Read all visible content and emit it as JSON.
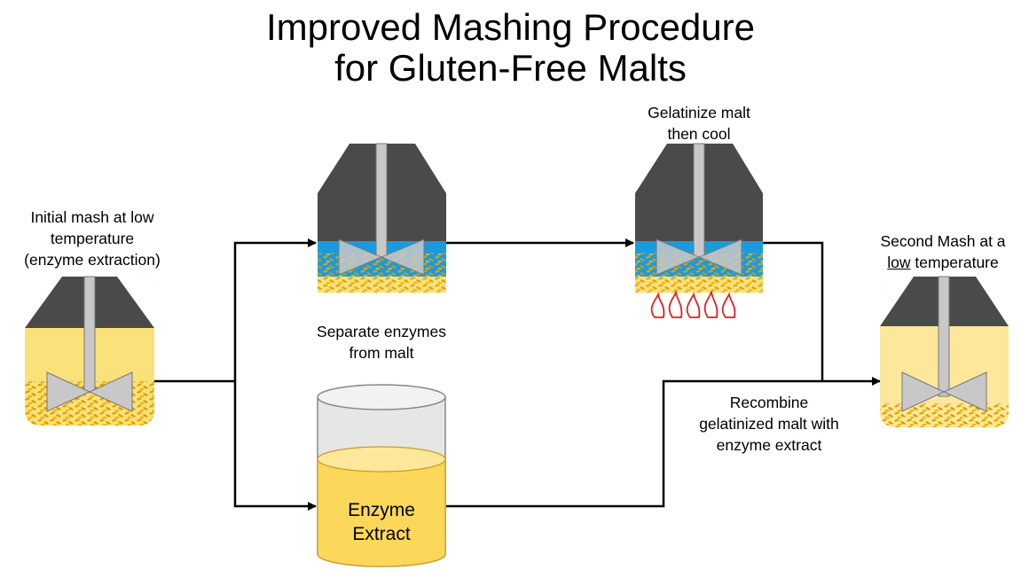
{
  "title_line1": "Improved Mashing Procedure",
  "title_line2": "for Gluten-Free Malts",
  "steps": {
    "initial_mash": [
      "Initial mash at low",
      "temperature",
      "(enzyme extraction)"
    ],
    "gelatinize": [
      "Gelatinize malt",
      "then cool"
    ],
    "separate": [
      "Separate enzymes",
      "from malt"
    ],
    "second_mash_a": "Second Mash at a",
    "second_mash_low": "low",
    "second_mash_b": "temperature",
    "recombine": [
      "Recombine",
      "gelatinized malt with",
      "enzyme extract"
    ]
  },
  "enzyme_extract": [
    "Enzyme",
    "Extract"
  ],
  "colors": {
    "lid": "#4a4a4a",
    "shaft": "#c8c8c8",
    "water": "#1a9be0",
    "mash_yellow": "#fbe17a",
    "light_yellow": "#fde79a",
    "grain": "#e8a800",
    "flame": "#e02020",
    "arrow": "#000000"
  }
}
